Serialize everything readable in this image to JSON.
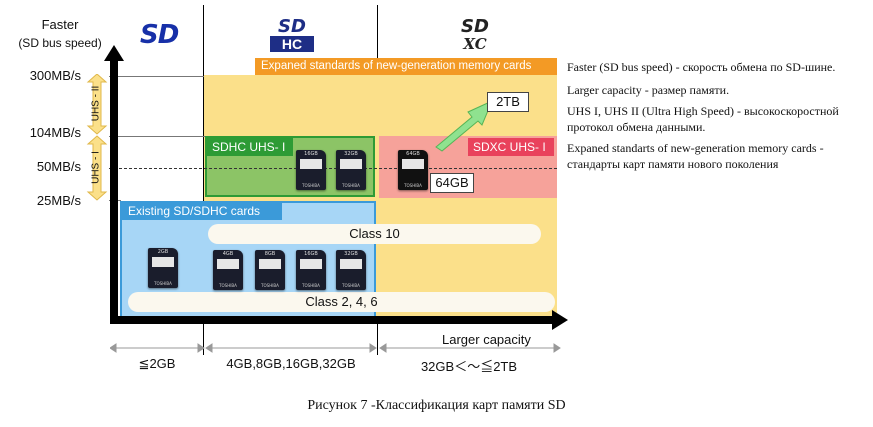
{
  "y_axis": {
    "label_line1": "Faster",
    "label_line2": "(SD bus speed)",
    "ticks": [
      "300MB/s",
      "104MB/s",
      "50MB/s",
      "25MB/s"
    ],
    "uhs2_label": "UHS - II",
    "uhs1_label": "UHS - I"
  },
  "x_axis": {
    "label": "Larger capacity",
    "ranges": [
      "≦2GB",
      "4GB,8GB,16GB,32GB",
      "32GB＜～≦2TB"
    ]
  },
  "logos": {
    "sd": "SD",
    "sdhc_top": "SD",
    "sdhc_bottom": "HC",
    "sdxc_top": "SD",
    "sdxc_bottom": "XC"
  },
  "regions": {
    "expanded_label": "Expaned standards of new-generation memory cards",
    "sdhc_uhs1": "SDHC UHS- I",
    "sdxc_uhs1": "SDXC UHS- I",
    "existing": "Existing SD/SDHC cards",
    "class10": "Class 10",
    "class246": "Class 2, 4, 6",
    "label_2tb": "2TB",
    "label_64gb": "64GB"
  },
  "cards": {
    "sd": "2GB",
    "hc_4": "4GB",
    "hc_8": "8GB",
    "hc_16": "16GB",
    "hc_32": "32GB",
    "uhs_16": "16GB",
    "uhs_32": "32GB",
    "xc_64": "64GB",
    "brand": "TOSHIBA"
  },
  "notes": [
    "Faster (SD bus speed) - скорость обмена по SD-шине.",
    "Larger capacity - размер памяти.",
    "UHS I, UHS II  (Ultra High Speed) - высокоскоростной",
    "протокол обмена данными.",
    "Expaned standarts of new-generation memory cards -",
    "стандарты карт памяти нового поколения"
  ],
  "caption": "Рисунок 7 -Классификация карт памяти SD",
  "colors": {
    "expanded_fill": "#fbe08a",
    "expanded_label_bg": "#f39a25",
    "sdhc_uhs_fill": "#8cc466",
    "sdhc_uhs_border": "#2d9b35",
    "sdxc_uhs_fill": "#f6a29a",
    "sdxc_uhs_label_bg": "#e9425c",
    "existing_fill": "#a7d6f6",
    "existing_border": "#3b9ad9",
    "arrow": "#8fe28f"
  }
}
